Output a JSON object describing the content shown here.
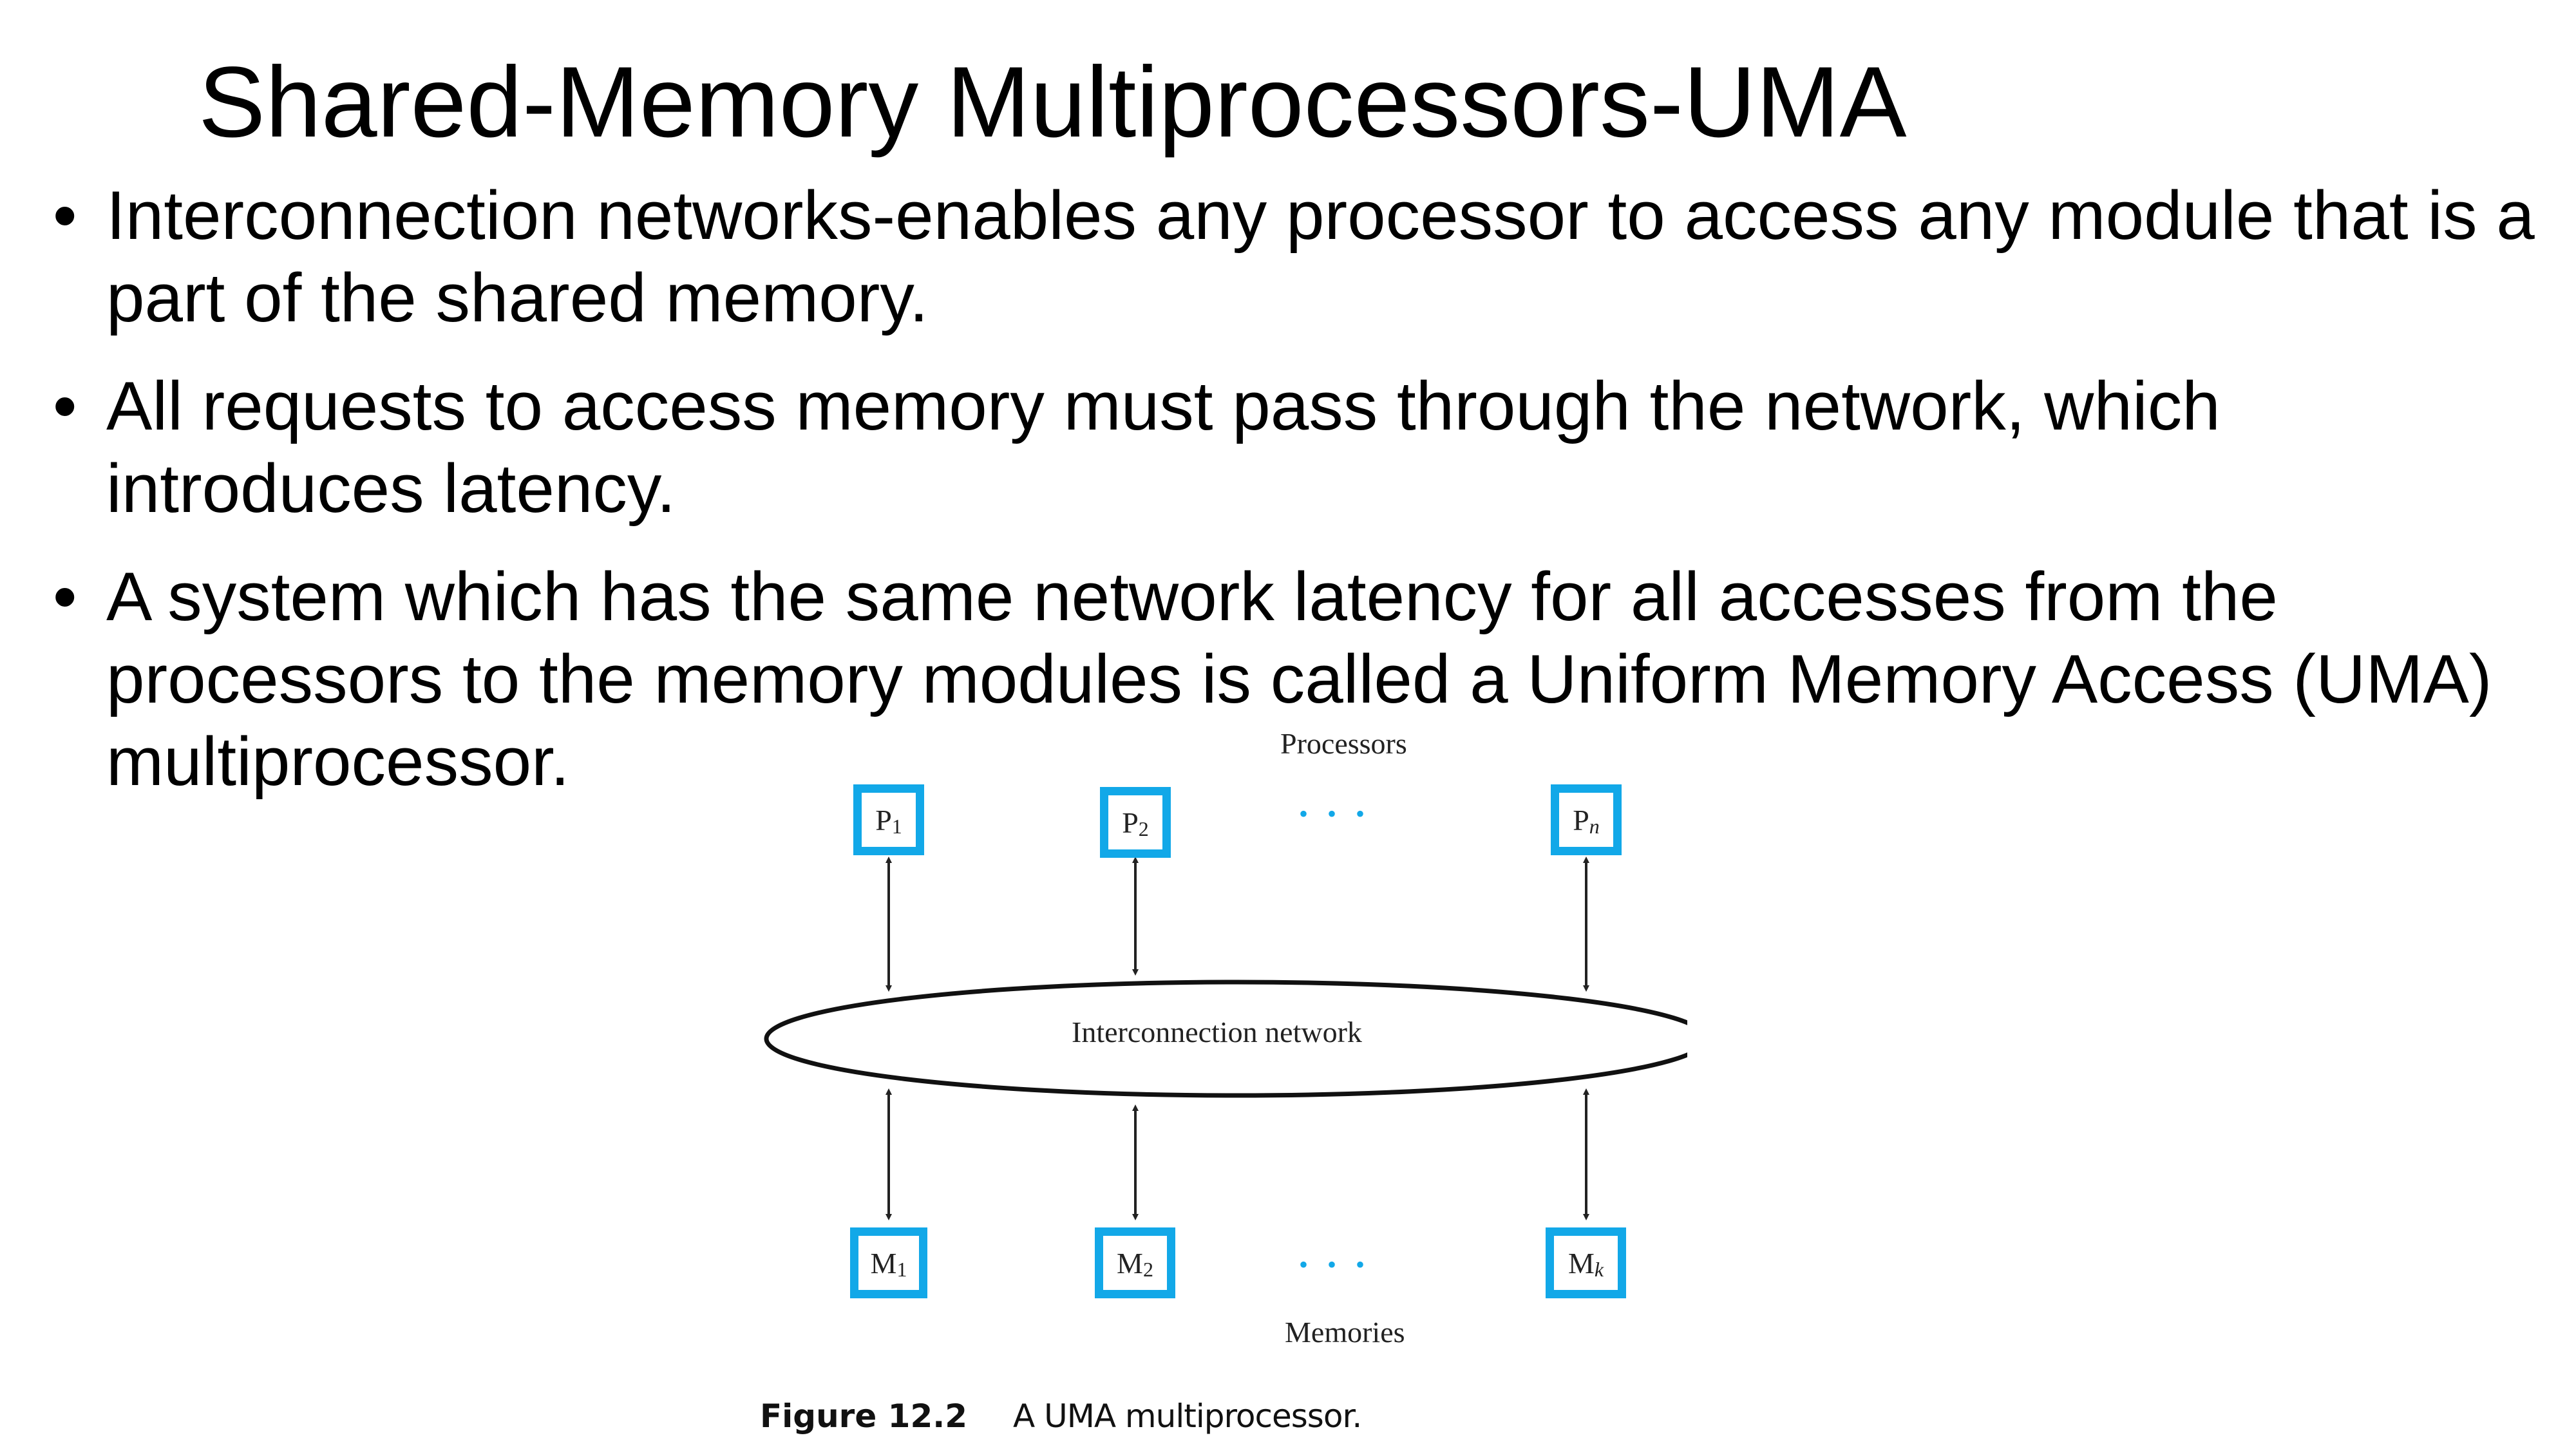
{
  "slide": {
    "title": "Shared-Memory Multiprocessors-UMA",
    "bullets": [
      {
        "lines": [
          "Interconnection networks-enables any processor to access any module that is a",
          "part of the shared memory."
        ]
      },
      {
        "lines": [
          "All requests to access memory must pass through the network, which",
          "introduces latency."
        ]
      },
      {
        "lines": [
          "A  system which has the same network latency for all accesses from the",
          "processors to the memory modules is called a Uniform Memory Access (UMA)",
          "multiprocessor."
        ]
      }
    ]
  },
  "figure": {
    "top_label": "Processors",
    "bottom_label": "Memories",
    "network_label": "Interconnection network",
    "processors": [
      {
        "base": "P",
        "sub": "1"
      },
      {
        "base": "P",
        "sub": "2"
      },
      {
        "base": "P",
        "sub": "n"
      }
    ],
    "memories": [
      {
        "base": "M",
        "sub": "1"
      },
      {
        "base": "M",
        "sub": "2"
      },
      {
        "base": "M",
        "sub": "k"
      }
    ],
    "ellipsis": "• • •",
    "caption_number": "Figure 12.2",
    "caption_text": "A UMA multiprocessor.",
    "accent_color": "#12a8e8"
  }
}
